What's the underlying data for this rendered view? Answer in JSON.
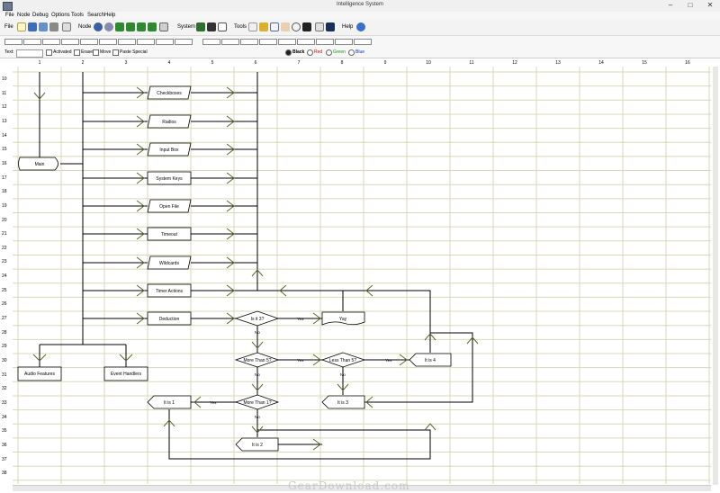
{
  "window": {
    "title": "Intelligence System"
  },
  "menu": [
    "File",
    "Node",
    "Debug",
    "Options",
    "Tools",
    "Search",
    "Help"
  ],
  "toolbar": {
    "file_label": "File",
    "node_label": "Node",
    "system_label": "System",
    "tools_label": "Tools",
    "help_label": "Help"
  },
  "textbar": {
    "text_label": "Text:",
    "activated": "Activated",
    "erase": "Erase",
    "move": "Move",
    "paste_special": "Paste Special",
    "black": "Black",
    "red": "Red",
    "green": "Green",
    "blue": "Blue"
  },
  "colors": {
    "red": "#d40000",
    "green": "#119911",
    "blue": "#0033cc",
    "grid": "#d9d7b8",
    "arrow": "#556b2f"
  },
  "columns": [
    "1",
    "2",
    "3",
    "4",
    "5",
    "6",
    "7",
    "8",
    "9",
    "10",
    "11",
    "12",
    "13",
    "14",
    "15",
    "16"
  ],
  "rows": [
    "10",
    "11",
    "12",
    "13",
    "14",
    "15",
    "16",
    "17",
    "18",
    "19",
    "20",
    "21",
    "22",
    "23",
    "24",
    "25",
    "26",
    "27",
    "28",
    "29",
    "30",
    "31",
    "32",
    "33",
    "34",
    "35",
    "36",
    "37",
    "38"
  ],
  "nodes": {
    "main": "Main",
    "checkboxes": "Checkboxes",
    "radios": "Radios",
    "input_box": "Input Box",
    "system_keys": "System Keys",
    "open_file": "Open File",
    "timeout": "Timeout",
    "wildcards": "Wildcards",
    "timer_actions": "Timer Actions",
    "deduction": "Deduction",
    "is_it_3": "Is it 3?",
    "yay": "Yay",
    "more_than_5": "More Than 5?",
    "less_than_5": "Less Than 5?",
    "it_is_4": "It is 4",
    "audio_features": "Audio Features",
    "event_handlers": "Event Handlers",
    "it_is_1": "It is 1",
    "more_than_1": "More Than 1?",
    "it_is_3": "It is 3",
    "it_is_2": "It is 2"
  },
  "edge_labels": {
    "yes": "Yes",
    "no": "No"
  },
  "watermark": "GearDownload.com"
}
